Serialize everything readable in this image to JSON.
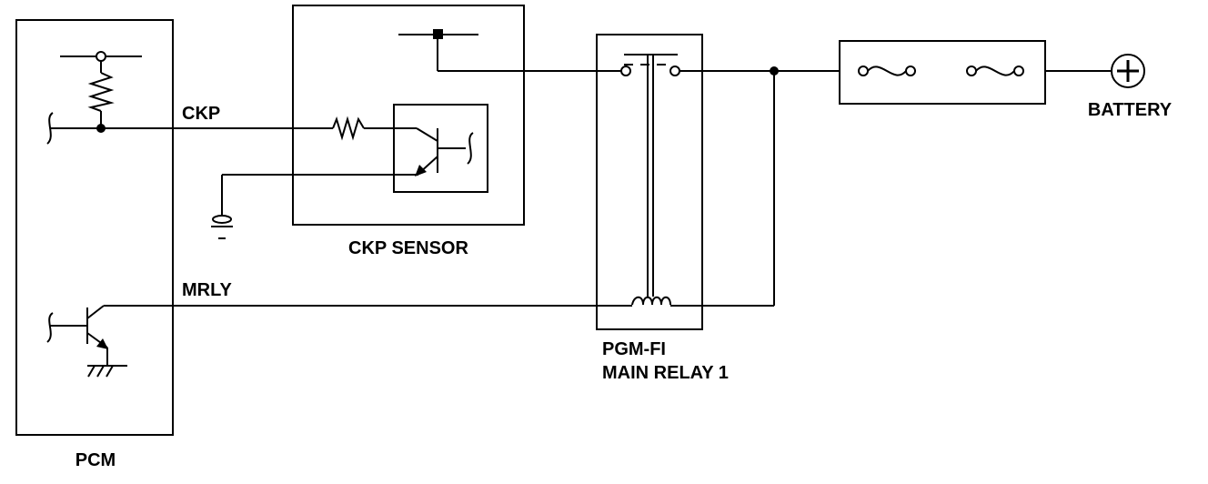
{
  "labels": {
    "pcm": "PCM",
    "ckp_sensor": "CKP SENSOR",
    "relay_line1": "PGM-FI",
    "relay_line2": "MAIN RELAY 1",
    "battery": "BATTERY"
  },
  "signals": {
    "ckp": "CKP",
    "mrly": "MRLY"
  }
}
